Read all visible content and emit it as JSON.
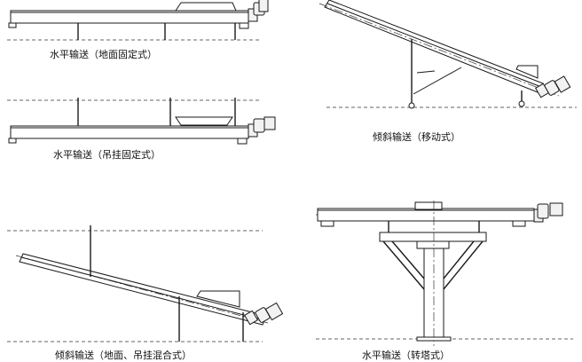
{
  "captions": {
    "horizontal_ground": "水平输送（地面固定式）",
    "horizontal_hanging": "水平输送（吊挂固定式）",
    "inclined_mobile": "倾斜输送（移动式）",
    "inclined_mixed": "倾斜输送（地面、吊挂混合式）",
    "horizontal_turret": "水平输送（转塔式）"
  }
}
